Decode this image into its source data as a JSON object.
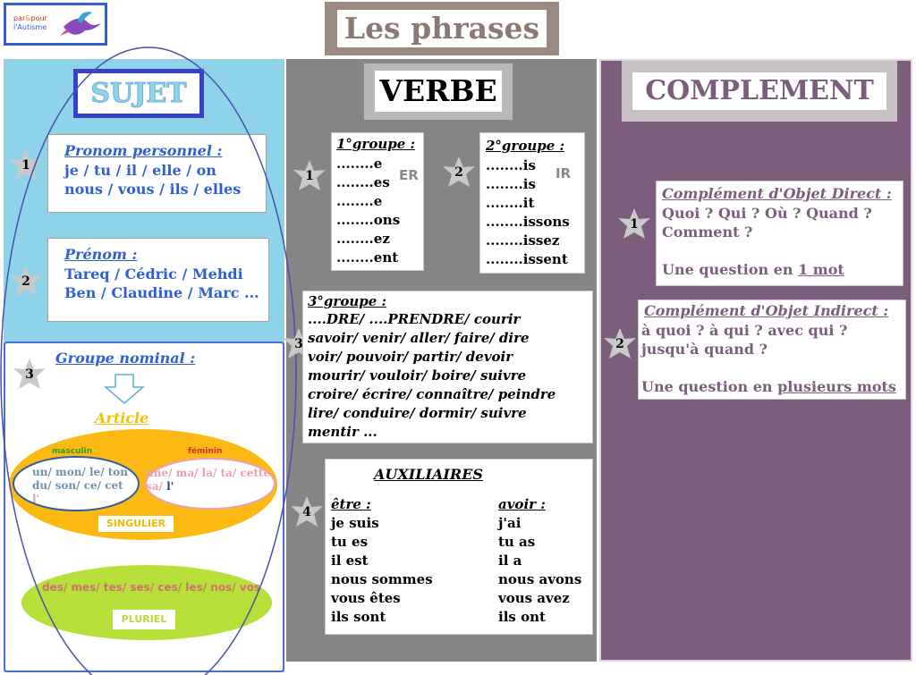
{
  "logo": {
    "text_line1": "par",
    "amp": "&",
    "text_line1b": "pour",
    "text_line2": "l'Autisme"
  },
  "title": "Les phrases",
  "sujet": {
    "header": "SUJET",
    "pronom": {
      "title": "Pronom personnel :",
      "line1": "je / tu / il / elle / on",
      "line2": "nous / vous / ils / elles",
      "num": "1"
    },
    "prenom": {
      "title": "Prénom :",
      "line1": "Tareq / Cédric / Mehdi",
      "line2": "Ben / Claudine / Marc ...",
      "num": "2"
    },
    "groupe": {
      "title": "Groupe nominal :",
      "num": "3",
      "article": "Article",
      "masculin": "masculin",
      "feminin": "féminin",
      "masc_words": "un/ mon/ le/ ton du/ son/ ce/ cet",
      "masc_l": "l'",
      "fem_words": "une/ ma/ la/ ta/ cette sa/",
      "fem_l": " l'",
      "singulier": "SINGULIER",
      "plural_words": "des/ mes/ tes/ ses/ ces/ les/ nos/ vos",
      "pluriel": "PLURIEL"
    }
  },
  "verbe": {
    "header": "VERBE",
    "g1": {
      "title": "1°groupe :",
      "num": "1",
      "ghost": "ER",
      "lines": [
        "........e",
        "........es",
        "........e",
        "........ons",
        "........ez",
        "........ent"
      ]
    },
    "g2": {
      "title": "2°groupe :",
      "num": "2",
      "ghost": "IR",
      "lines": [
        "........is",
        "........is",
        "........it",
        "........issons",
        "........issez",
        "........issent"
      ]
    },
    "g3": {
      "title": "3°groupe :",
      "num": "3",
      "lines": [
        "....DRE/ ....PRENDRE/ courir",
        "savoir/ venir/ aller/ faire/ dire",
        "voir/ pouvoir/ partir/ devoir",
        "mourir/ vouloir/ boire/ suivre",
        "croire/ écrire/ connaître/ peindre",
        "lire/ conduire/ dormir/ suivre",
        "mentir ..."
      ]
    },
    "aux": {
      "title": "AUXILIAIRES",
      "num": "4",
      "etre_title": "être :",
      "avoir_title": "avoir :",
      "etre": [
        "je suis",
        "tu es",
        "il est",
        "nous sommes",
        "vous êtes",
        "ils sont"
      ],
      "avoir": [
        "j'ai",
        "tu as",
        "il a",
        "nous avons",
        "vous avez",
        "ils ont"
      ]
    }
  },
  "complement": {
    "header": "COMPLEMENT",
    "cod": {
      "title": "Complément d'Objet Direct :",
      "num": "1",
      "line1": "Quoi ? Qui ? Où ? Quand ?",
      "line2": "Comment ?",
      "q_prefix": "Une question en ",
      "q_emph": "1 mot"
    },
    "coi": {
      "title": "Complément d'Objet Indirect :",
      "num": "2",
      "line1": "à quoi ? à qui ? avec qui ?",
      "line2": "jusqu'à quand ?",
      "q_prefix": "Une question en ",
      "q_emph": "plusieurs mots"
    }
  },
  "colors": {
    "sujet_bg": "#8fd3ea",
    "verbe_bg": "#858585",
    "comp_bg": "#7a5e7c",
    "blue": "#2f5fd0",
    "article_yellow": "#f3c300",
    "pluriel_green": "#b8e03a",
    "fem_pink": "#e8a0b8"
  },
  "icons": {
    "star": "star-badge-icon",
    "arrow": "arrow-down-outline-icon",
    "hummingbird": "hummingbird-icon"
  }
}
